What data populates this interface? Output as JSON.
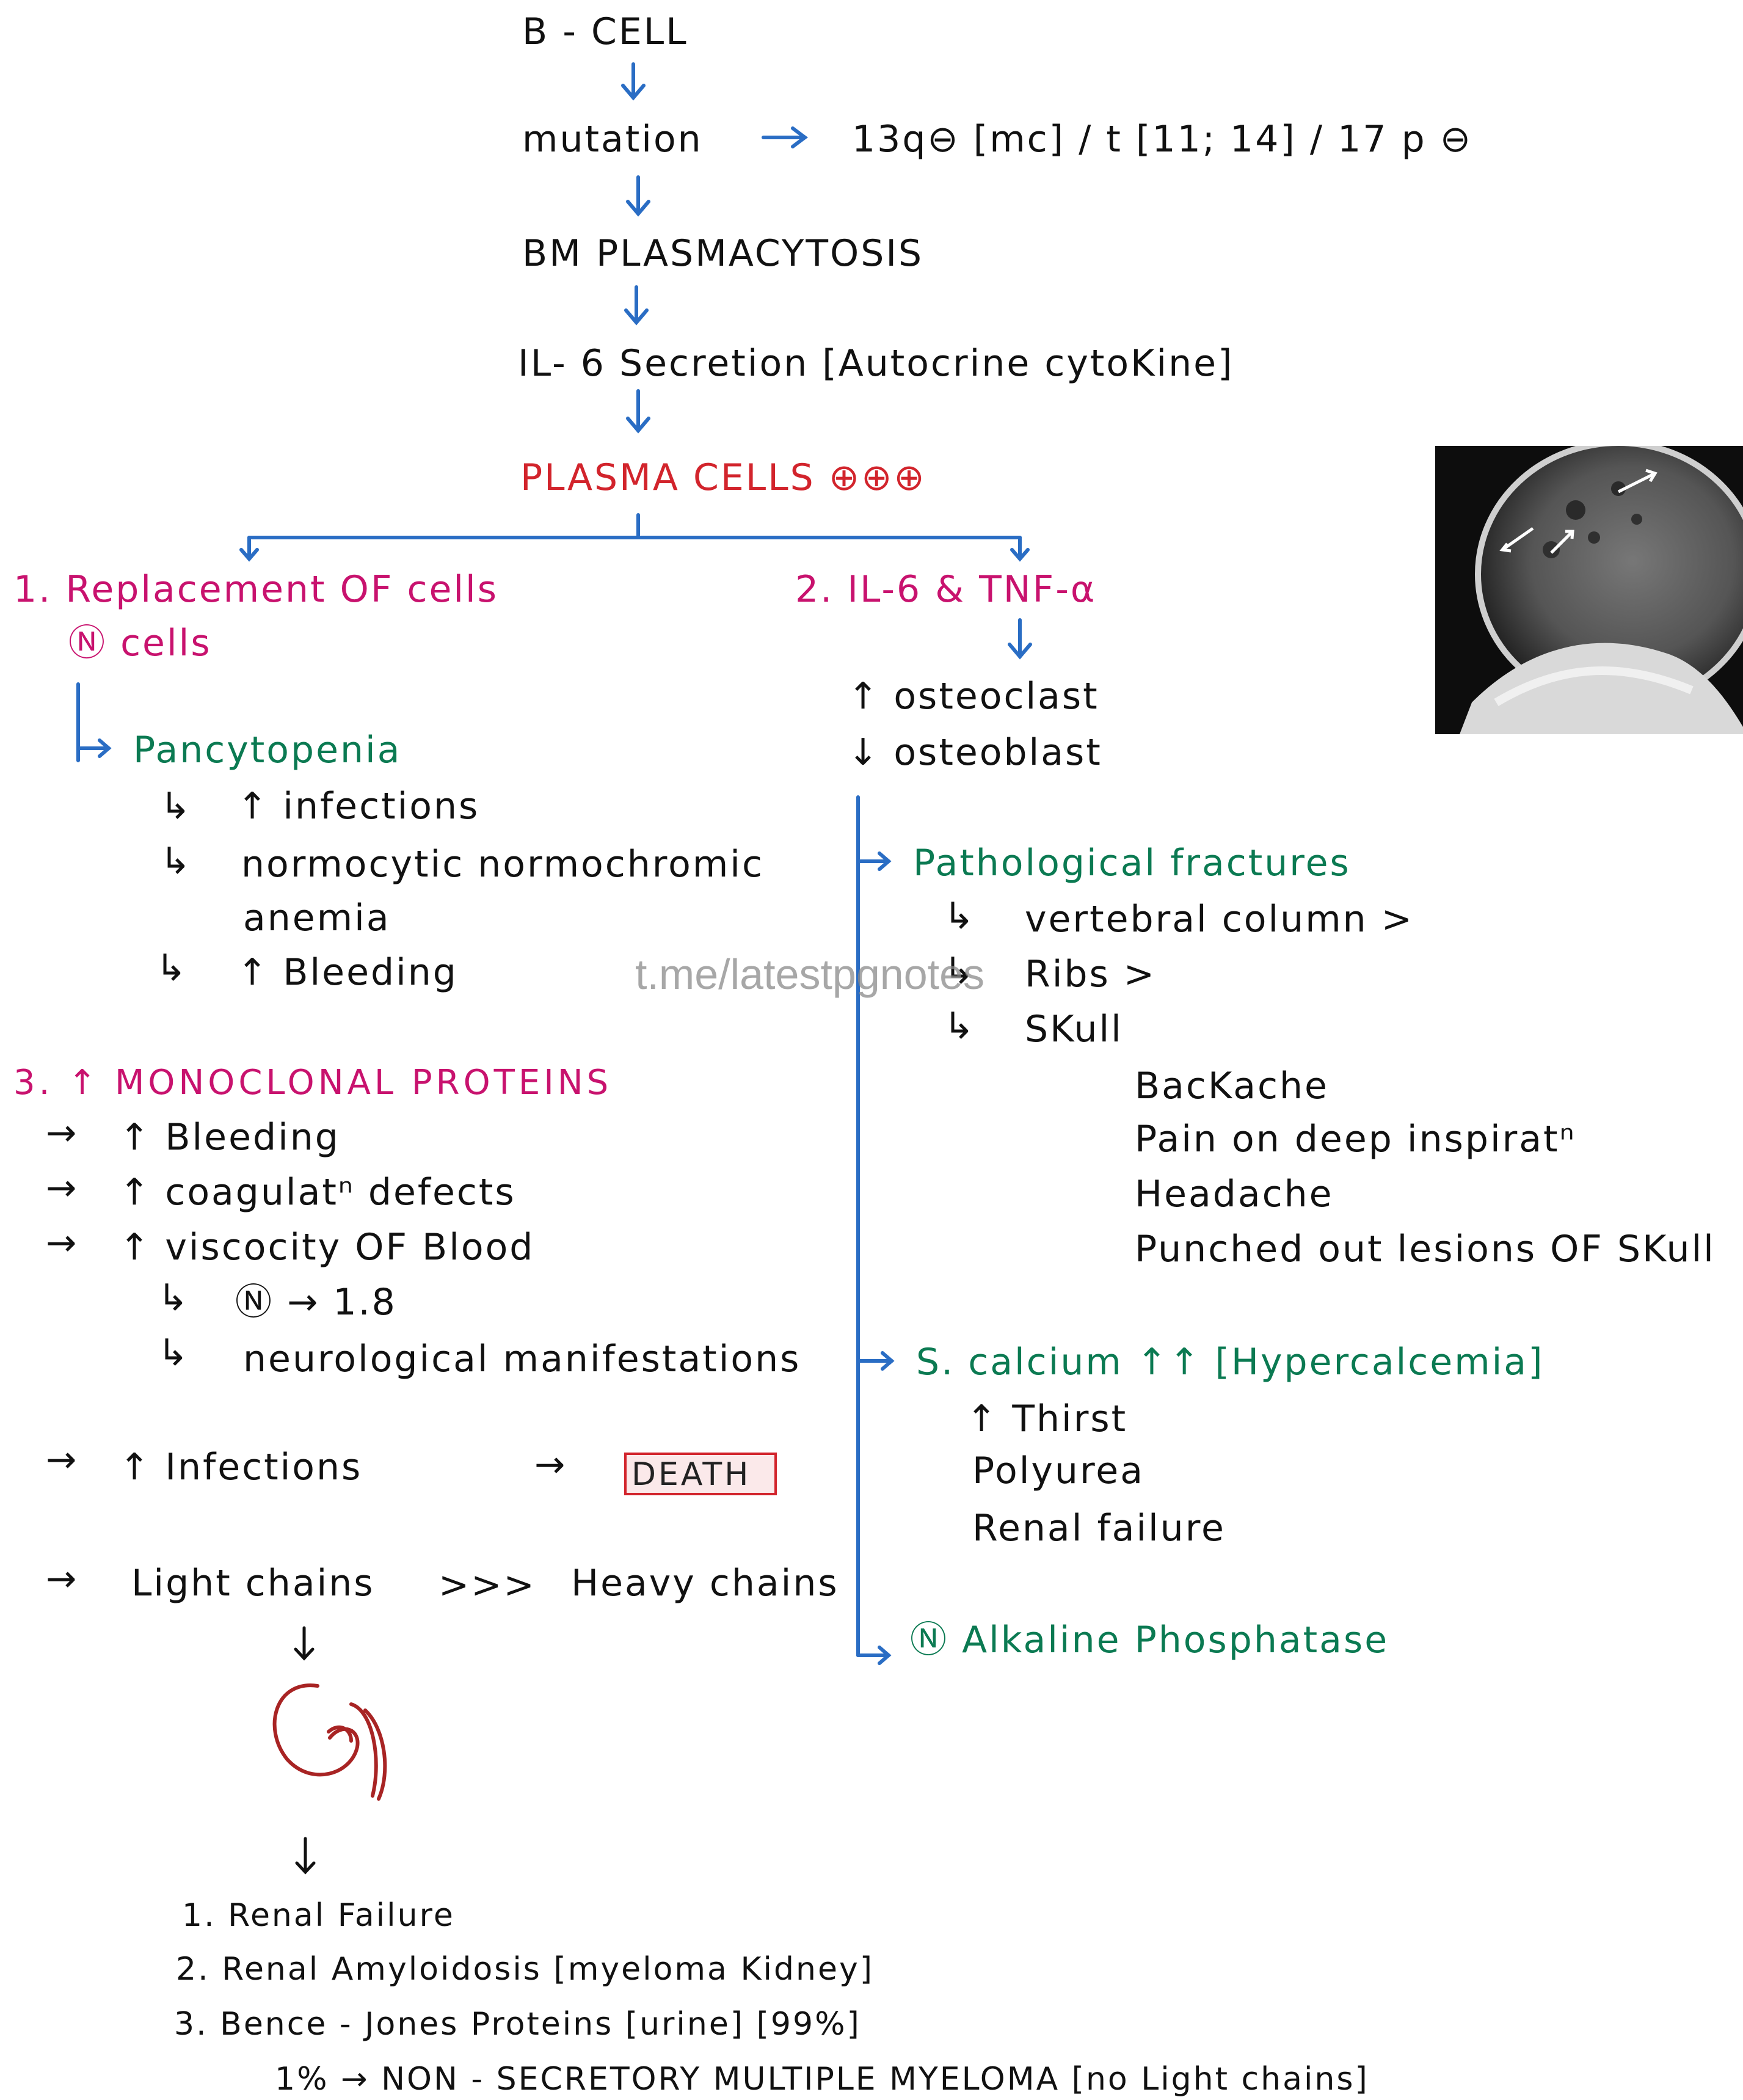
{
  "flow": {
    "bcell": "B - CELL",
    "mutation": "mutation",
    "mutation_detail": "13q⊖ [mc] / t [11; 14] / 17 p ⊖",
    "bm": "BM PLASMACYTOSIS",
    "il6": "IL- 6 Secretion [Autocrine cytoKine]",
    "plasma": "PLASMA CELLS ⊕⊕⊕"
  },
  "branch1": {
    "title": "1. Replacement OF cells",
    "n_cells": "Ⓝ cells",
    "pancytopenia": "Pancytopenia",
    "infections": "↑ infections",
    "anemia_1": "normocytic normochromic",
    "anemia_2": "anemia",
    "bleeding": "↑ Bleeding"
  },
  "branch2": {
    "title": "2. IL-6 & TNF-α",
    "osteoclast": "↑ osteoclast",
    "osteoblast": "↓ osteoblast",
    "fractures": "Pathological fractures",
    "vertebral": "vertebral column >",
    "ribs": "Ribs >",
    "skull": "SKull",
    "backache": "BacKache",
    "pain": "Pain on deep inspiratⁿ",
    "headache": "Headache",
    "punched": "Punched out lesions OF SKull",
    "calcium": "S. calcium ↑↑ [Hypercalcemia]",
    "thirst": "↑ Thirst",
    "polyurea": "Polyurea",
    "renal_failure": "Renal failure",
    "alkaline": "Ⓝ Alkaline Phosphatase"
  },
  "branch3": {
    "title": "3. ↑ MONOCLONAL PROTEINS",
    "bleeding": "↑ Bleeding",
    "coag": "↑ coagulatⁿ defects",
    "viscosity": "↑ viscocity OF Blood",
    "normal": "Ⓝ → 1.8",
    "neuro": "neurological manifestations",
    "infections": "↑ Infections",
    "death": "DEATH",
    "light": "Light chains",
    "gt": ">>>",
    "heavy": "Heavy chains"
  },
  "kidney": {
    "item1": "1. Renal Failure",
    "item2": "2. Renal Amyloidosis [myeloma Kidney]",
    "item3": "3. Bence - Jones Proteins [urine] [99%]",
    "item4": "1% → NON - SECRETORY MULTIPLE MYELOMA [no Light chains]"
  },
  "watermark": "t.me/latestpgnotes",
  "colors": {
    "black": "#111111",
    "red": "#d2242c",
    "magenta": "#c8126e",
    "green": "#0b7a52",
    "blue": "#2a6dc4"
  }
}
